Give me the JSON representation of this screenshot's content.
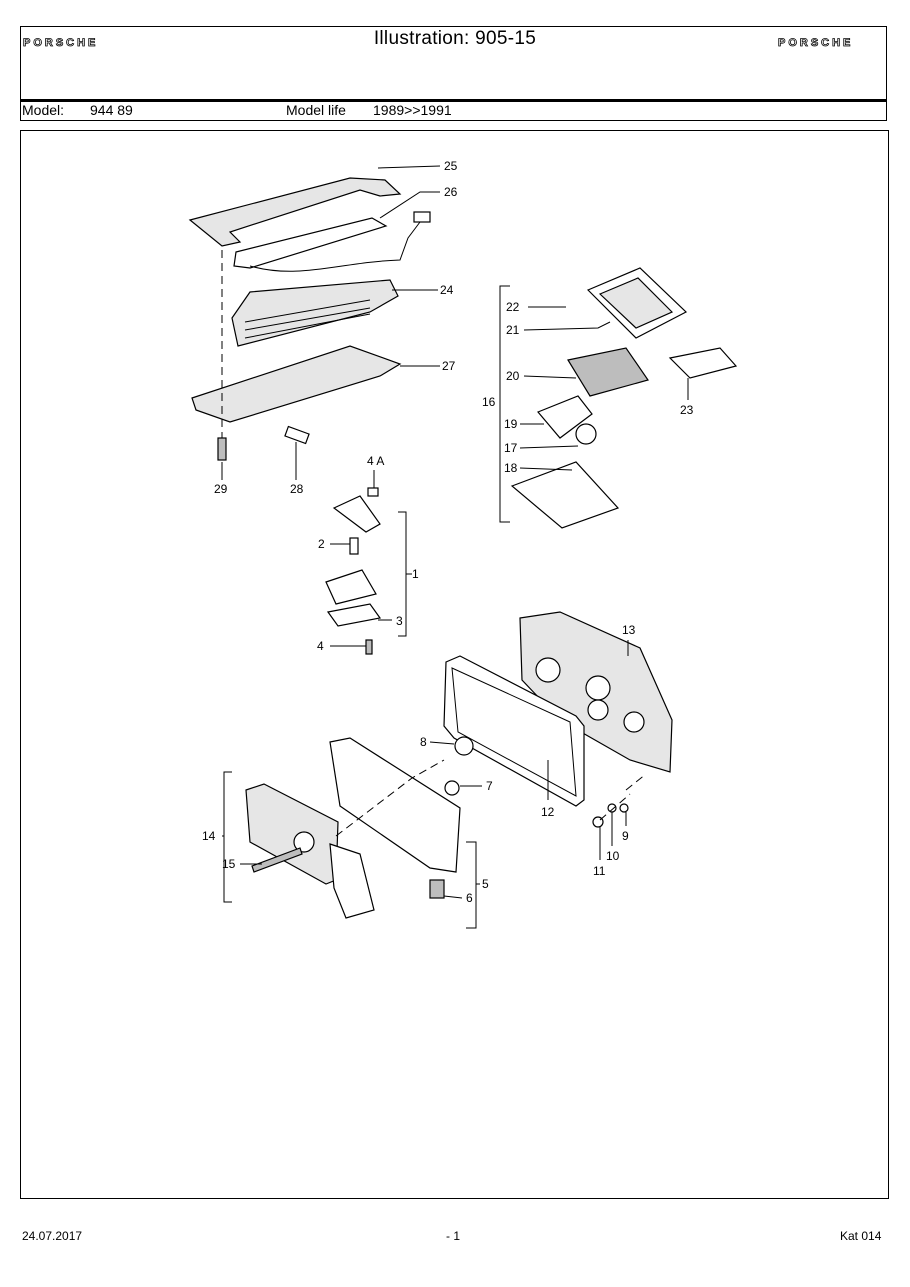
{
  "header": {
    "brand": "PORSCHE",
    "title": "Illustration: 905-15",
    "model_label": "Model:",
    "model_value": "944 89",
    "model_life_label": "Model life",
    "model_life_value": "1989>>1991"
  },
  "callouts": {
    "c1": "1",
    "c2": "2",
    "c3": "3",
    "c4": "4",
    "c4a": "4 A",
    "c5": "5",
    "c6": "6",
    "c7": "7",
    "c8": "8",
    "c9": "9",
    "c10": "10",
    "c11": "11",
    "c12": "12",
    "c13": "13",
    "c14": "14",
    "c15": "15",
    "c16": "16",
    "c17": "17",
    "c18": "18",
    "c19": "19",
    "c20": "20",
    "c21": "21",
    "c22": "22",
    "c23": "23",
    "c24": "24",
    "c25": "25",
    "c26": "26",
    "c27": "27",
    "c28": "28",
    "c29": "29"
  },
  "footer": {
    "date": "24.07.2017",
    "page": "- 1",
    "catalog": "Kat 014"
  }
}
